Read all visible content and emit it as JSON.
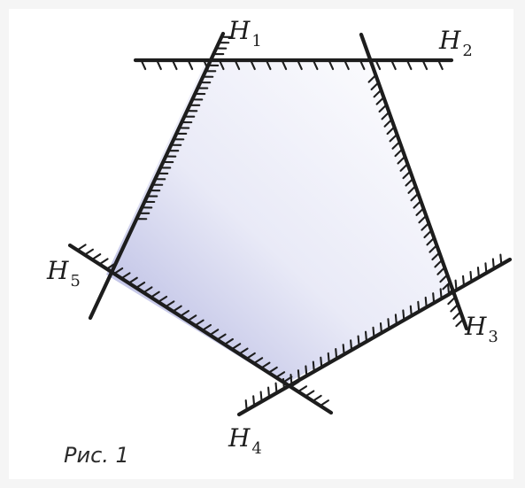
{
  "labels": {
    "h1": {
      "main": "H",
      "sub": "1"
    },
    "h2": {
      "main": "H",
      "sub": "2"
    },
    "h3": {
      "main": "H",
      "sub": "3"
    },
    "h4": {
      "main": "H",
      "sub": "4"
    },
    "h5": {
      "main": "H",
      "sub": "5"
    }
  },
  "caption": "Рис. 1",
  "colors": {
    "line": "#1d1d1d",
    "fill_light": "#ffffff",
    "fill_dark": "#aeb1de"
  }
}
